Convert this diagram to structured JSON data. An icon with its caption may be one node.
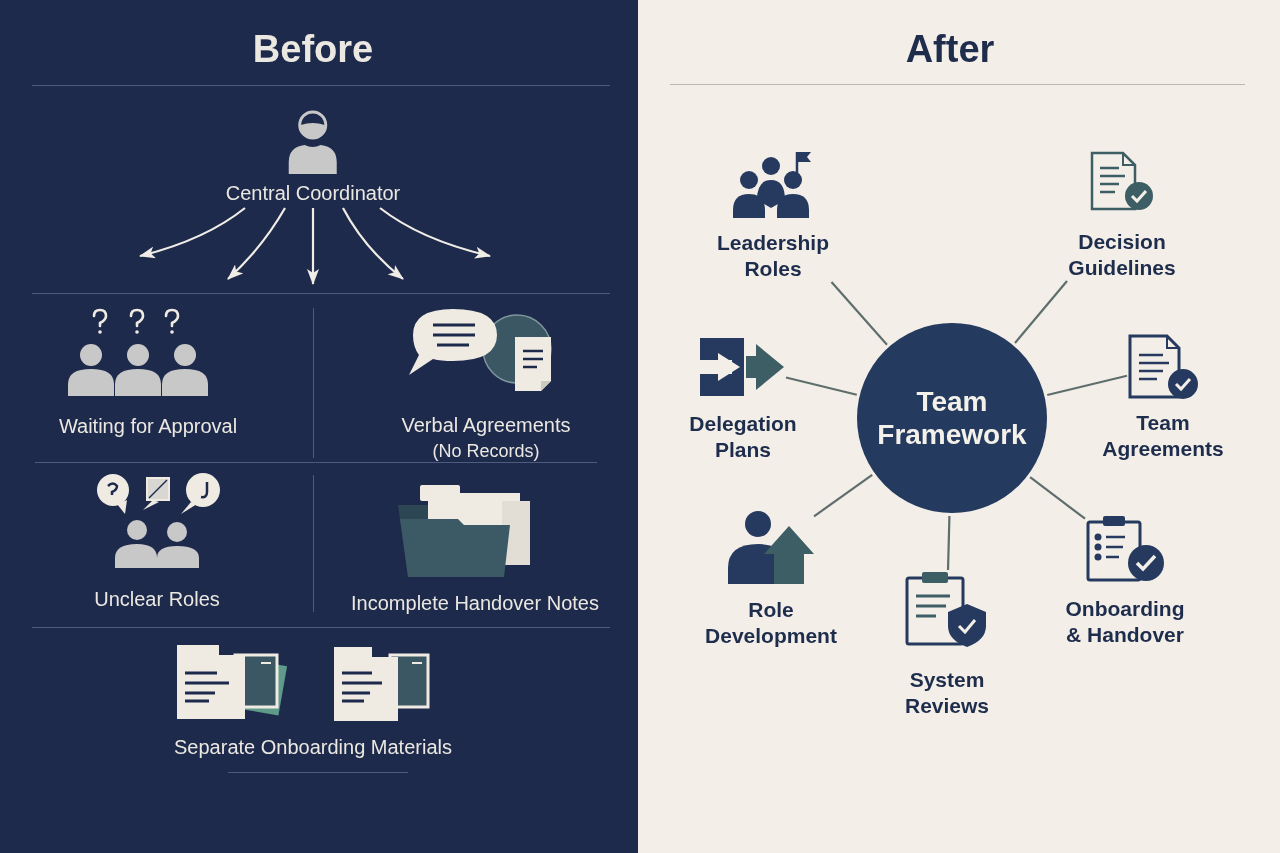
{
  "diagram": {
    "nodes": [
      {
        "text": [
          "Before"
        ]
      },
      {
        "text": [
          "Central Coordinator"
        ],
        "in": 0
      },
      {
        "text": [
          "After"
        ]
      },
      {
        "text": [
          "Team Framework"
        ],
        "in": 2
      },
      {
        "text": [
          "Leadership Roles"
        ],
        "in": 2
      },
      {
        "text": [
          "Decision Guidelines"
        ],
        "in": 2
      },
      {
        "text": [
          "Delegation Plans"
        ],
        "in": 2
      },
      {
        "text": [
          "Team Agreements"
        ],
        "in": 2
      },
      {
        "text": [
          "Role Development"
        ],
        "in": 2
      },
      {
        "text": [
          "System Reviews"
        ],
        "in": 2
      },
      {
        "text": [
          "Onboarding & Handover"
        ],
        "in": 2
      }
    ],
    "edges": [
      {
        "from": 1,
        "to": null,
        "arrow": "to",
        "color": "#f0ede6"
      },
      {
        "from": 1,
        "to": null,
        "arrow": "to",
        "color": "#f0ede6"
      },
      {
        "from": 1,
        "to": null,
        "arrow": "to",
        "color": "#f0ede6"
      },
      {
        "from": 1,
        "to": null,
        "arrow": "to",
        "color": "#f0ede6"
      },
      {
        "from": 1,
        "to": null,
        "arrow": "to",
        "color": "#f0ede6"
      },
      {
        "from": 3,
        "to": 4,
        "arrow": "none"
      },
      {
        "from": 3,
        "to": 5,
        "arrow": "none"
      },
      {
        "from": 3,
        "to": 6,
        "arrow": "none"
      },
      {
        "from": 3,
        "to": 7,
        "arrow": "none"
      },
      {
        "from": 3,
        "to": 8,
        "arrow": "none"
      },
      {
        "from": 3,
        "to": 9,
        "arrow": "none"
      },
      {
        "from": 3,
        "to": 10,
        "arrow": "none"
      }
    ],
    "labels": [
      "Waiting for Approval",
      "Verbal Agreements",
      "(No Records)",
      "Unclear Roles",
      "Incomplete Handover Notes",
      "Separate Onboarding Materials"
    ]
  }
}
